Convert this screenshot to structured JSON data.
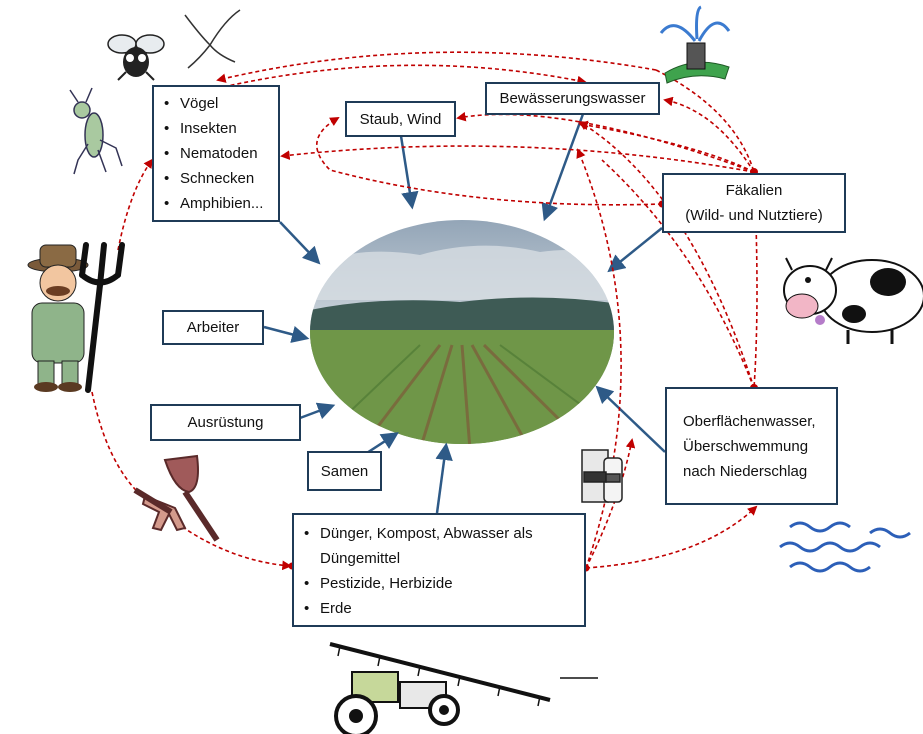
{
  "center_photo": {
    "alt": ""
  },
  "sources": {
    "wildlife_list": [
      "Vögel",
      "Insekten",
      "Nematoden",
      "Schnecken",
      "Amphibien..."
    ],
    "dust_wind": "Staub, Wind",
    "irrigation_water": "Bewässerungswasser",
    "feces": "Fäkalien\n(Wild- und Nutztiere)",
    "workers": "Arbeiter",
    "equipment": "Ausrüstung",
    "seeds": "Samen",
    "surface_water": "Oberflächenwasser,\nÜberschwemmung\nnach Niederschlag",
    "inputs_list": [
      "Dünger, Kompost, Abwasser als Düngemittel",
      "Pestizide, Herbizide",
      "Erde"
    ]
  },
  "colors": {
    "solid_arrow": "#2e5a87",
    "dashed_arrow": "#c00000",
    "box_border": "#1f3b57"
  },
  "icons": [
    "fly-icon",
    "bird-icon",
    "grasshopper-icon",
    "farmer-icon",
    "pitchfork-icon",
    "sprinkler-icon",
    "cow-icon",
    "water-waves-icon",
    "garden-tools-icon",
    "fertilizer-bags-icon",
    "tractor-sprayer-icon"
  ]
}
